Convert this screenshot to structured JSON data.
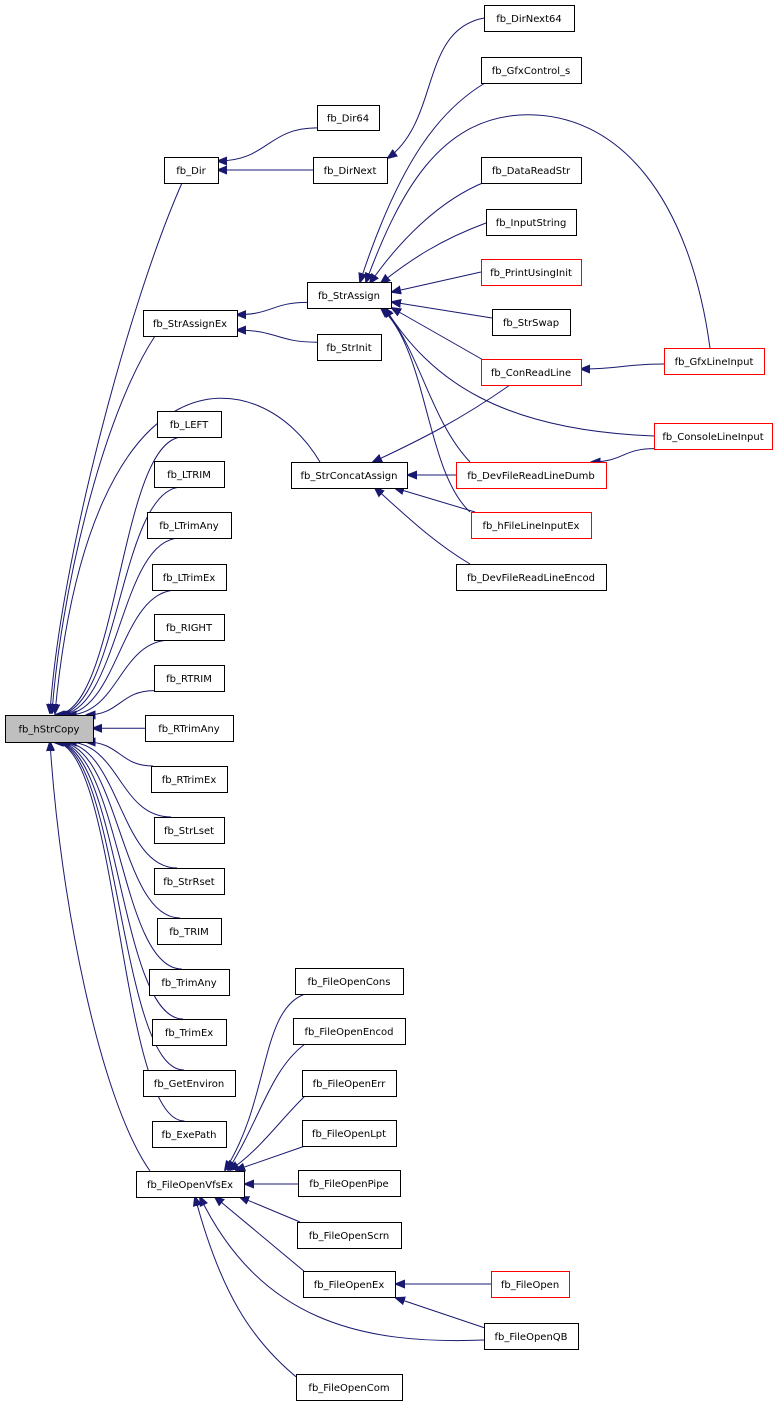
{
  "colors": {
    "edge": "#191970",
    "focus_fill": "#bfbfbf",
    "normal_stroke": "#000000",
    "truncated_stroke": "#ff0000"
  },
  "nodes": [
    {
      "id": "hStrCopy",
      "label": "fb_hStrCopy",
      "focus": true
    },
    {
      "id": "Dir",
      "label": "fb_Dir"
    },
    {
      "id": "Dir64",
      "label": "fb_Dir64"
    },
    {
      "id": "DirNext",
      "label": "fb_DirNext"
    },
    {
      "id": "DirNext64",
      "label": "fb_DirNext64"
    },
    {
      "id": "GfxControl_s",
      "label": "fb_GfxControl_s"
    },
    {
      "id": "StrAssignEx",
      "label": "fb_StrAssignEx"
    },
    {
      "id": "StrAssign",
      "label": "fb_StrAssign"
    },
    {
      "id": "StrInit",
      "label": "fb_StrInit"
    },
    {
      "id": "DataReadStr",
      "label": "fb_DataReadStr"
    },
    {
      "id": "InputString",
      "label": "fb_InputString"
    },
    {
      "id": "PrintUsingInit",
      "label": "fb_PrintUsingInit",
      "truncated": true
    },
    {
      "id": "StrSwap",
      "label": "fb_StrSwap"
    },
    {
      "id": "ConReadLine",
      "label": "fb_ConReadLine",
      "truncated": true
    },
    {
      "id": "GfxLineInput",
      "label": "fb_GfxLineInput",
      "truncated": true
    },
    {
      "id": "ConsoleLineInput",
      "label": "fb_ConsoleLineInput",
      "truncated": true
    },
    {
      "id": "StrConcatAssign",
      "label": "fb_StrConcatAssign"
    },
    {
      "id": "DevFileReadLineDumb",
      "label": "fb_DevFileReadLineDumb",
      "truncated": true
    },
    {
      "id": "hFileLineInputEx",
      "label": "fb_hFileLineInputEx",
      "truncated": true
    },
    {
      "id": "DevFileReadLineEncod",
      "label": "fb_DevFileReadLineEncod"
    },
    {
      "id": "LEFT",
      "label": "fb_LEFT"
    },
    {
      "id": "LTRIM",
      "label": "fb_LTRIM"
    },
    {
      "id": "LTrimAny",
      "label": "fb_LTrimAny"
    },
    {
      "id": "LTrimEx",
      "label": "fb_LTrimEx"
    },
    {
      "id": "RIGHT",
      "label": "fb_RIGHT"
    },
    {
      "id": "RTRIM",
      "label": "fb_RTRIM"
    },
    {
      "id": "RTrimAny",
      "label": "fb_RTrimAny"
    },
    {
      "id": "RTrimEx",
      "label": "fb_RTrimEx"
    },
    {
      "id": "StrLset",
      "label": "fb_StrLset"
    },
    {
      "id": "StrRset",
      "label": "fb_StrRset"
    },
    {
      "id": "TRIM",
      "label": "fb_TRIM"
    },
    {
      "id": "TrimAny",
      "label": "fb_TrimAny"
    },
    {
      "id": "TrimEx",
      "label": "fb_TrimEx"
    },
    {
      "id": "GetEnviron",
      "label": "fb_GetEnviron"
    },
    {
      "id": "ExePath",
      "label": "fb_ExePath"
    },
    {
      "id": "FileOpenVfsEx",
      "label": "fb_FileOpenVfsEx"
    },
    {
      "id": "FileOpenCons",
      "label": "fb_FileOpenCons"
    },
    {
      "id": "FileOpenEncod",
      "label": "fb_FileOpenEncod"
    },
    {
      "id": "FileOpenErr",
      "label": "fb_FileOpenErr"
    },
    {
      "id": "FileOpenLpt",
      "label": "fb_FileOpenLpt"
    },
    {
      "id": "FileOpenPipe",
      "label": "fb_FileOpenPipe"
    },
    {
      "id": "FileOpenScrn",
      "label": "fb_FileOpenScrn"
    },
    {
      "id": "FileOpenEx",
      "label": "fb_FileOpenEx"
    },
    {
      "id": "FileOpen",
      "label": "fb_FileOpen",
      "truncated": true
    },
    {
      "id": "FileOpenQB",
      "label": "fb_FileOpenQB"
    },
    {
      "id": "FileOpenCom",
      "label": "fb_FileOpenCom"
    }
  ],
  "edges": [
    {
      "from": "Dir64",
      "to": "Dir"
    },
    {
      "from": "DirNext",
      "to": "Dir"
    },
    {
      "from": "DirNext64",
      "to": "DirNext"
    },
    {
      "from": "Dir",
      "to": "hStrCopy"
    },
    {
      "from": "StrAssign",
      "to": "StrAssignEx"
    },
    {
      "from": "StrInit",
      "to": "StrAssignEx"
    },
    {
      "from": "StrAssignEx",
      "to": "hStrCopy"
    },
    {
      "from": "GfxControl_s",
      "to": "StrAssign"
    },
    {
      "from": "GfxLineInput",
      "to": "StrAssign"
    },
    {
      "from": "DataReadStr",
      "to": "StrAssign"
    },
    {
      "from": "InputString",
      "to": "StrAssign"
    },
    {
      "from": "PrintUsingInit",
      "to": "StrAssign"
    },
    {
      "from": "StrSwap",
      "to": "StrAssign"
    },
    {
      "from": "ConReadLine",
      "to": "StrAssign"
    },
    {
      "from": "ConsoleLineInput",
      "to": "StrAssign"
    },
    {
      "from": "DevFileReadLineDumb",
      "to": "StrAssign"
    },
    {
      "from": "hFileLineInputEx",
      "to": "StrAssign"
    },
    {
      "from": "GfxLineInput",
      "to": "ConReadLine"
    },
    {
      "from": "ConsoleLineInput",
      "to": "DevFileReadLineDumb"
    },
    {
      "from": "StrConcatAssign",
      "to": "hStrCopy"
    },
    {
      "from": "ConReadLine",
      "to": "StrConcatAssign"
    },
    {
      "from": "DevFileReadLineDumb",
      "to": "StrConcatAssign"
    },
    {
      "from": "hFileLineInputEx",
      "to": "StrConcatAssign"
    },
    {
      "from": "DevFileReadLineEncod",
      "to": "StrConcatAssign"
    },
    {
      "from": "LEFT",
      "to": "hStrCopy"
    },
    {
      "from": "LTRIM",
      "to": "hStrCopy"
    },
    {
      "from": "LTrimAny",
      "to": "hStrCopy"
    },
    {
      "from": "LTrimEx",
      "to": "hStrCopy"
    },
    {
      "from": "RIGHT",
      "to": "hStrCopy"
    },
    {
      "from": "RTRIM",
      "to": "hStrCopy"
    },
    {
      "from": "RTrimAny",
      "to": "hStrCopy"
    },
    {
      "from": "RTrimEx",
      "to": "hStrCopy"
    },
    {
      "from": "StrLset",
      "to": "hStrCopy"
    },
    {
      "from": "StrRset",
      "to": "hStrCopy"
    },
    {
      "from": "TRIM",
      "to": "hStrCopy"
    },
    {
      "from": "TrimAny",
      "to": "hStrCopy"
    },
    {
      "from": "TrimEx",
      "to": "hStrCopy"
    },
    {
      "from": "GetEnviron",
      "to": "hStrCopy"
    },
    {
      "from": "ExePath",
      "to": "hStrCopy"
    },
    {
      "from": "FileOpenVfsEx",
      "to": "hStrCopy"
    },
    {
      "from": "FileOpenCons",
      "to": "FileOpenVfsEx"
    },
    {
      "from": "FileOpenEncod",
      "to": "FileOpenVfsEx"
    },
    {
      "from": "FileOpenErr",
      "to": "FileOpenVfsEx"
    },
    {
      "from": "FileOpenLpt",
      "to": "FileOpenVfsEx"
    },
    {
      "from": "FileOpenPipe",
      "to": "FileOpenVfsEx"
    },
    {
      "from": "FileOpenScrn",
      "to": "FileOpenVfsEx"
    },
    {
      "from": "FileOpenEx",
      "to": "FileOpenVfsEx"
    },
    {
      "from": "FileOpenQB",
      "to": "FileOpenVfsEx"
    },
    {
      "from": "FileOpenCom",
      "to": "FileOpenVfsEx"
    },
    {
      "from": "FileOpen",
      "to": "FileOpenEx"
    },
    {
      "from": "FileOpenQB",
      "to": "FileOpenEx"
    }
  ]
}
